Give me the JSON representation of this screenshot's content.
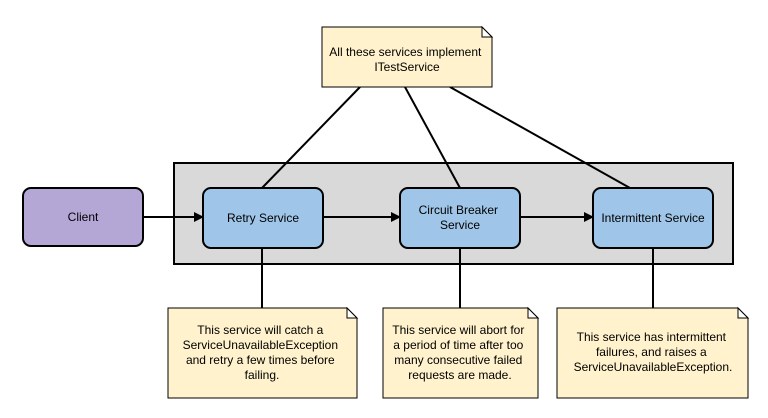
{
  "diagram": {
    "top_note": {
      "lines": [
        "All these services implement",
        "ITestService"
      ]
    },
    "client": {
      "label": "Client"
    },
    "services": [
      {
        "lines": [
          "Retry Service"
        ]
      },
      {
        "lines": [
          "Circuit Breaker",
          "Service"
        ]
      },
      {
        "lines": [
          "Intermittent Service"
        ]
      }
    ],
    "notes": [
      {
        "lines": [
          "This service will catch a",
          "ServiceUnavailableException",
          "and retry a few times before",
          "failing."
        ]
      },
      {
        "lines": [
          "This service will abort for",
          "a period of time after too",
          "many consecutive failed",
          "requests are made."
        ]
      },
      {
        "lines": [
          "This service has intermittent",
          "failures, and raises a",
          "ServiceUnavailableException."
        ]
      }
    ],
    "colors": {
      "note_fill": "#fff2cc",
      "note_fold": "#ffffff",
      "service_fill": "#9fc5e8",
      "client_fill": "#b4a7d6",
      "container_fill": "#d9d9d9",
      "stroke": "#000000"
    }
  }
}
